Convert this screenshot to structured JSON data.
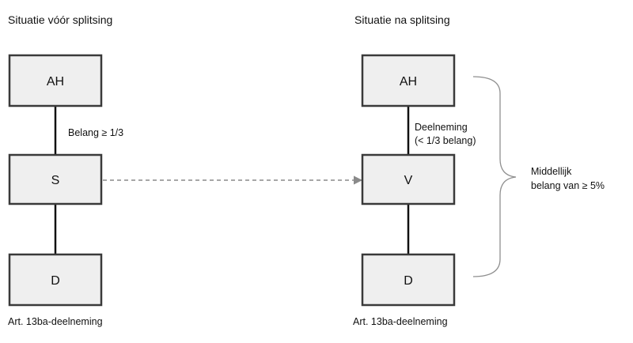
{
  "before": {
    "title": "Situatie vóór splitsing",
    "box_top": "AH",
    "box_mid": "S",
    "box_bottom": "D",
    "link_label": "Belang ≥ 1/3",
    "caption": "Art. 13ba-deelneming"
  },
  "after": {
    "title": "Situatie na splitsing",
    "box_top": "AH",
    "box_mid": "V",
    "box_bottom": "D",
    "link_label_line1": "Deelneming",
    "link_label_line2": "(< 1/3 belang)",
    "caption": "Art. 13ba-deelneming",
    "brace_label_line1": "Middellijk",
    "brace_label_line2": "belang van ≥ 5%"
  }
}
